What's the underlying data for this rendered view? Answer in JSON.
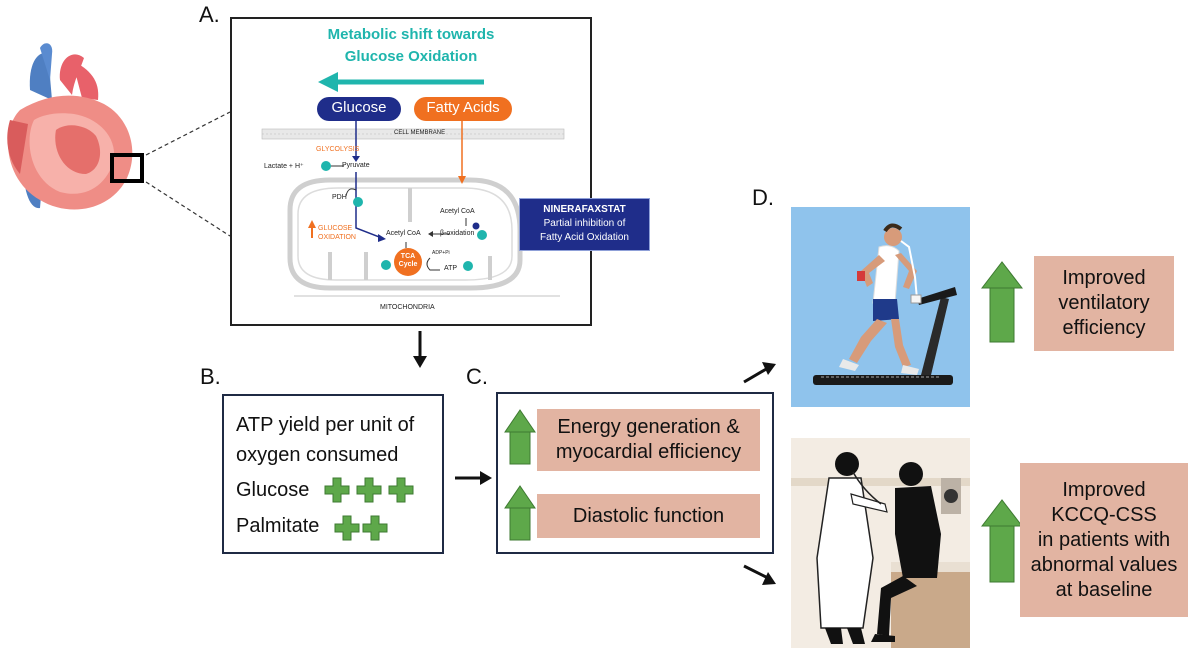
{
  "panels": {
    "a": "A.",
    "b": "B.",
    "c": "C.",
    "d": "D."
  },
  "panel_a": {
    "title_line1": "Metabolic shift towards",
    "title_line2": "Glucose Oxidation",
    "glucose": "Glucose",
    "fatty_acids": "Fatty Acids",
    "cell_membrane": "CELL MEMBRANE",
    "glycolysis": "GLYCOLYSIS",
    "lactate": "Lactate + H⁺",
    "pyruvate": "Pyruvate",
    "pdh": "PDH",
    "acetyl_coa_top": "Acetyl CoA",
    "beta_ox": "β-oxidation",
    "acetyl_coa_mid": "Acetyl CoA",
    "glucose_ox_1": "GLUCOSE",
    "glucose_ox_2": "OXIDATION",
    "tca_1": "TCA",
    "tca_2": "Cycle",
    "adp": "ADP+Pi",
    "atp": "ATP",
    "mitochondria": "MITOCHONDRIA",
    "drug_line1": "NINERAFAXSTAT",
    "drug_line2": "Partial inhibition of",
    "drug_line3": "Fatty Acid Oxidation"
  },
  "panel_b": {
    "line1": "ATP yield per unit of",
    "line2": "oxygen consumed",
    "glucose": "Glucose",
    "palmitate": "Palmitate",
    "glucose_plus_count": 3,
    "palmitate_plus_count": 2
  },
  "panel_c": {
    "item1_line1": "Energy generation &",
    "item1_line2": "myocardial efficiency",
    "item2": "Diastolic function"
  },
  "panel_d": {
    "item1_line1": "Improved",
    "item1_line2": "ventilatory",
    "item1_line3": "efficiency",
    "item2_line1": "Improved",
    "item2_line2": "KCCQ-CSS",
    "item2_line3": "in patients with",
    "item2_line4": "abnormal values",
    "item2_line5": "at baseline"
  },
  "colors": {
    "teal": "#1fb5ad",
    "navy": "#1f2d8a",
    "orange": "#f07020",
    "green": "#5ea84a",
    "salmon": "#e2b4a2",
    "sky": "#8fc3ec"
  }
}
